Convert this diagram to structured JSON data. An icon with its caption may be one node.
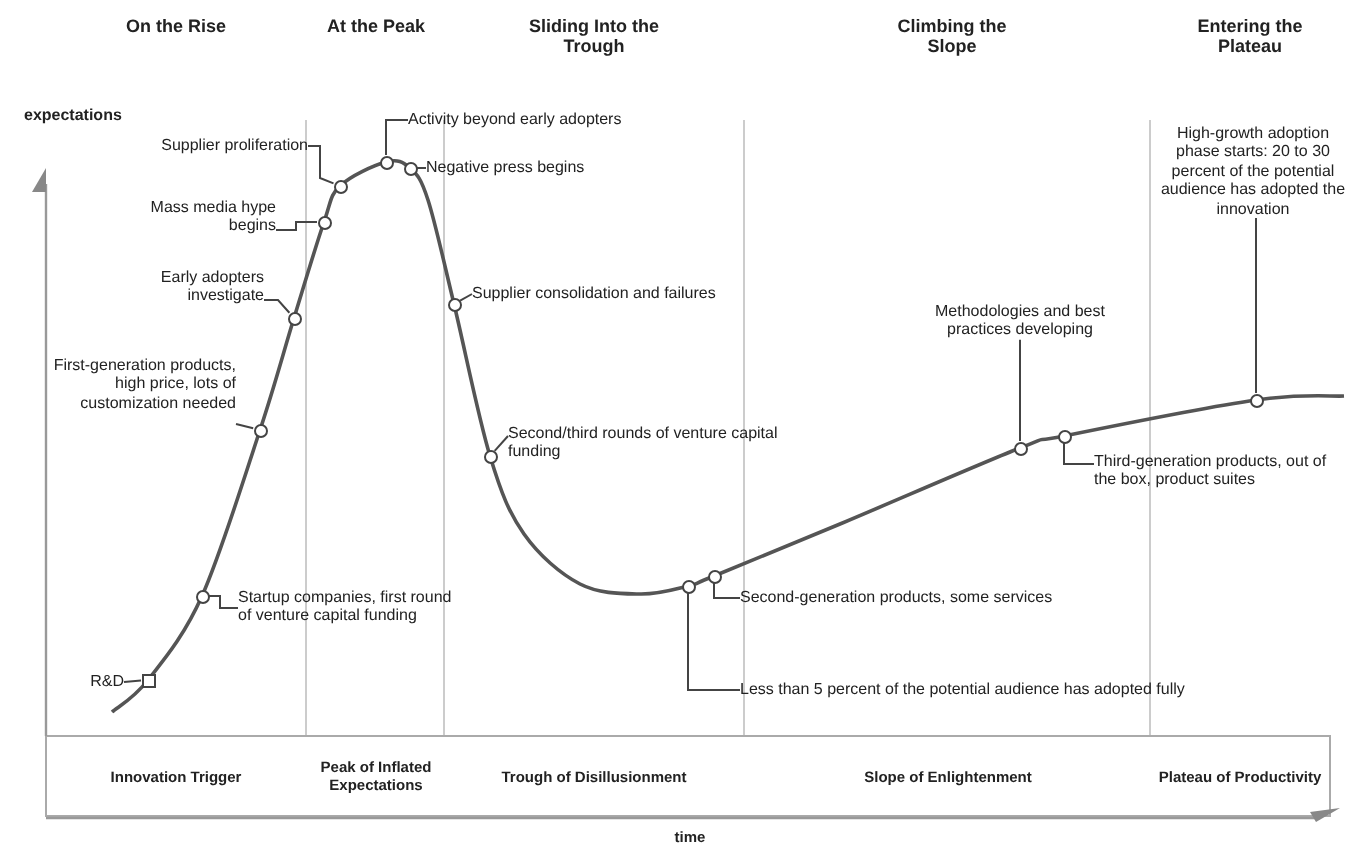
{
  "diagram": {
    "nodes": [
      {
        "text": [
          "R&D"
        ]
      },
      {
        "text": [],
        "shape": "box"
      },
      {
        "text": [
          "Startup companies, first round of venture capital funding"
        ]
      },
      {
        "text": [],
        "shape": "circle"
      },
      {
        "text": [
          "First-generation products, high price, lots of customization needed"
        ]
      },
      {
        "text": [],
        "shape": "circle"
      },
      {
        "text": [
          "Early adopters investigate"
        ]
      },
      {
        "text": [],
        "shape": "circle"
      },
      {
        "text": [
          "Mass media hype begins"
        ]
      },
      {
        "text": [],
        "shape": "circle"
      },
      {
        "text": [
          "Supplier proliferation"
        ]
      },
      {
        "text": [],
        "shape": "circle"
      },
      {
        "text": [
          "Activity beyond early adopters"
        ]
      },
      {
        "text": [],
        "shape": "circle"
      },
      {
        "text": [
          "Negative press begins"
        ]
      },
      {
        "text": [],
        "shape": "circle"
      },
      {
        "text": [
          "Supplier consolidation and failures"
        ]
      },
      {
        "text": [],
        "shape": "circle"
      },
      {
        "text": [
          "Second/third rounds of venture capital funding"
        ]
      },
      {
        "text": [],
        "shape": "circle"
      },
      {
        "text": [
          "Less than 5 percent of the potential audience has adopted fully"
        ]
      },
      {
        "text": [],
        "shape": "circle"
      },
      {
        "text": [
          "Second-generation products, some services"
        ]
      },
      {
        "text": [],
        "shape": "circle"
      },
      {
        "text": [
          "Methodologies and best practices developing"
        ]
      },
      {
        "text": [],
        "shape": "circle"
      },
      {
        "text": [
          "Third-generation products, out of the box, product suites"
        ]
      },
      {
        "text": [],
        "shape": "circle"
      },
      {
        "text": [
          "High-growth adoption phase starts: 20 to 30 percent of the potential audience has adopted the innovation"
        ]
      },
      {
        "text": [],
        "shape": "circle"
      }
    ],
    "edges": [
      {
        "from": 0,
        "to": 1,
        "arrow": "none"
      },
      {
        "from": 2,
        "to": 3,
        "arrow": "none"
      },
      {
        "from": 4,
        "to": 5,
        "arrow": "none"
      },
      {
        "from": 6,
        "to": 7,
        "arrow": "none"
      },
      {
        "from": 8,
        "to": 9,
        "arrow": "none"
      },
      {
        "from": 10,
        "to": 11,
        "arrow": "none"
      },
      {
        "from": 12,
        "to": 13,
        "arrow": "none"
      },
      {
        "from": 14,
        "to": 15,
        "arrow": "none"
      },
      {
        "from": 16,
        "to": 17,
        "arrow": "none"
      },
      {
        "from": 18,
        "to": 19,
        "arrow": "none"
      },
      {
        "from": 20,
        "to": 21,
        "arrow": "none"
      },
      {
        "from": 22,
        "to": 23,
        "arrow": "none"
      },
      {
        "from": 24,
        "to": 25,
        "arrow": "none"
      },
      {
        "from": 26,
        "to": 27,
        "arrow": "none"
      },
      {
        "from": 28,
        "to": 29,
        "arrow": "none"
      }
    ],
    "labels": [
      "On the Rise",
      "At the Peak",
      "Sliding Into the Trough",
      "Climbing the Slope",
      "Entering the Plateau",
      "expectations",
      "Innovation Trigger",
      "Peak of Inflated Expectations",
      "Trough of Disillusionment",
      "Slope of Enlightenment",
      "Plateau of Productivity",
      "time"
    ]
  }
}
